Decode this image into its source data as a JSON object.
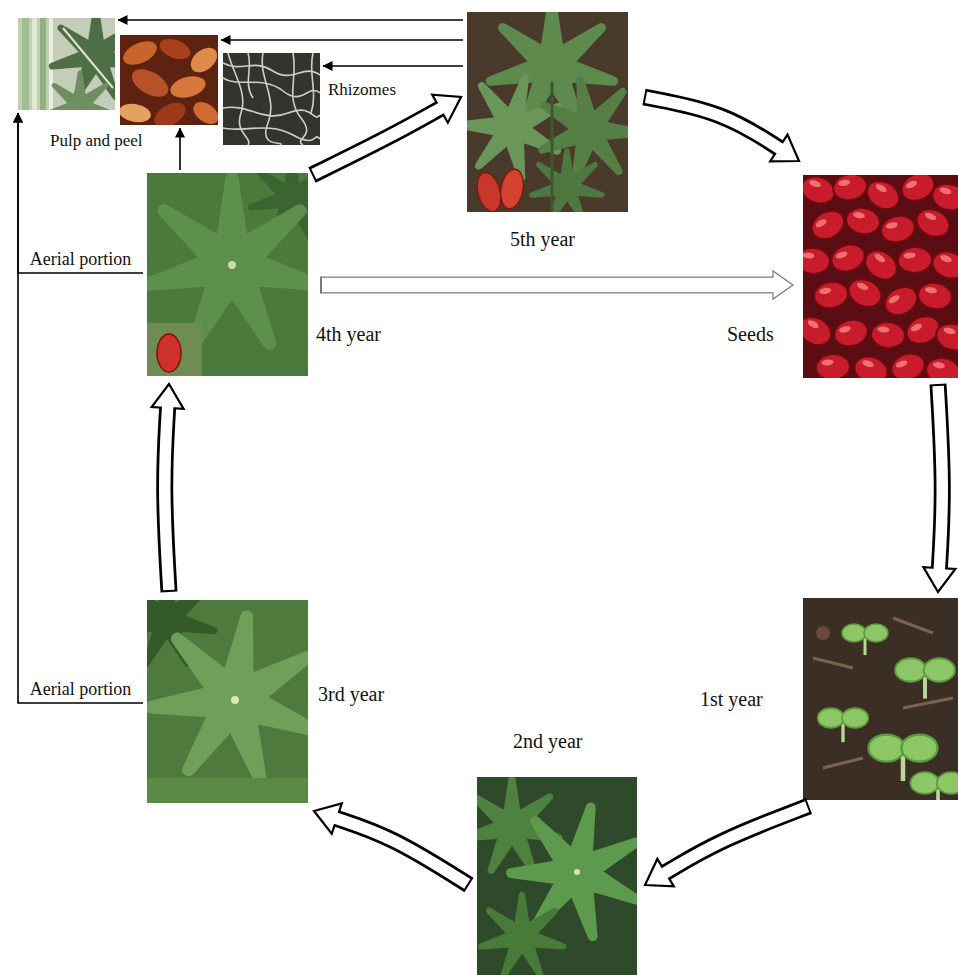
{
  "diagram": {
    "nodes": [
      {
        "text": []
      },
      {
        "text": [
          "Pulp and peel"
        ]
      },
      {
        "text": [
          "Rhizomes"
        ]
      },
      {
        "text": [
          "5th year"
        ]
      },
      {
        "text": [
          "4th year"
        ]
      },
      {
        "text": [
          "Seeds"
        ]
      },
      {
        "text": [
          "3rd year"
        ]
      },
      {
        "text": [
          "1st year"
        ]
      },
      {
        "text": [
          "2nd year"
        ]
      }
    ],
    "edges": [
      {
        "from": 3,
        "to": 0,
        "arrow": "to"
      },
      {
        "from": 3,
        "to": 1,
        "arrow": "to"
      },
      {
        "from": 3,
        "to": 2,
        "arrow": "to"
      },
      {
        "from": 4,
        "to": 1,
        "arrow": "to"
      },
      {
        "from": 4,
        "to": 0,
        "label": "Aerial portion",
        "arrow": "to"
      },
      {
        "from": 6,
        "to": 0,
        "label": "Aerial portion",
        "arrow": "to"
      },
      {
        "from": 4,
        "to": 3,
        "arrow": "to"
      },
      {
        "from": 3,
        "to": 5,
        "arrow": "to"
      },
      {
        "from": 4,
        "to": 5,
        "arrow": "to"
      },
      {
        "from": 5,
        "to": 7,
        "arrow": "to"
      },
      {
        "from": 7,
        "to": 8,
        "arrow": "to"
      },
      {
        "from": 8,
        "to": 6,
        "arrow": "to"
      },
      {
        "from": 6,
        "to": 4,
        "arrow": "to"
      }
    ]
  }
}
